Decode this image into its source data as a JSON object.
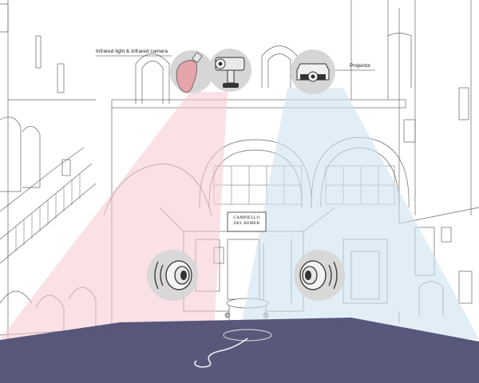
{
  "labels": {
    "infrared": "Infrared light & Infrared camera",
    "projector": "Projector"
  },
  "sign": {
    "line1": "CAMPIELLO",
    "line2": "DEL REMER"
  },
  "icons": {
    "bulb": "infrared-light-bulb-icon",
    "camera": "infrared-camera-icon",
    "projector": "projector-icon",
    "speaker_left": "speaker-left-icon",
    "speaker_right": "speaker-right-icon"
  },
  "colors": {
    "infrared_beam": "#f4c9cf",
    "projector_beam": "#cfe3ee",
    "floor_projection": "#4f4f74",
    "icon_circle": "#d6d6d6",
    "bulb": "#e4a4a8",
    "line": "#5a5a5a"
  }
}
